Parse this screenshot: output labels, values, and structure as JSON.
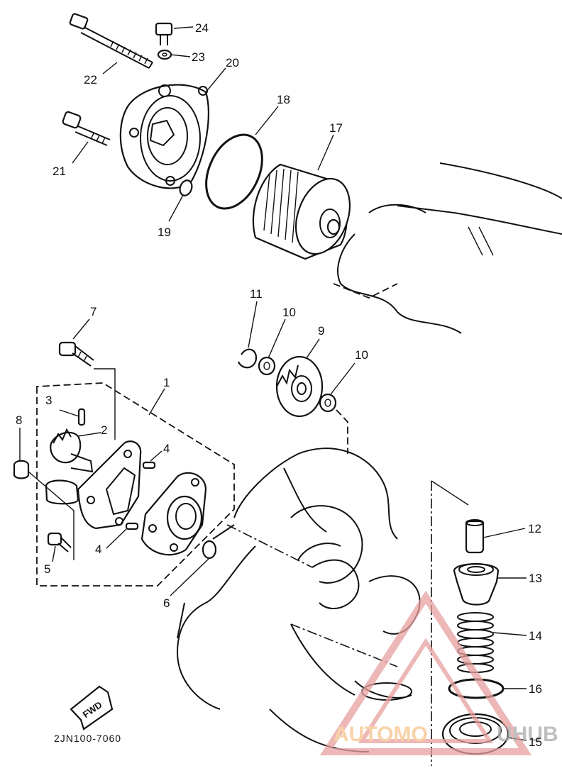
{
  "diagram_code": "2JN100-7060",
  "fwd_label": "FWD",
  "watermark": {
    "text_left": "AUTOMO",
    "text_right": "UHUB",
    "color": "#e8a0a0",
    "accent": "#f6c38a"
  },
  "callouts": [
    {
      "id": "c24",
      "text": "24"
    },
    {
      "id": "c23",
      "text": "23"
    },
    {
      "id": "c22",
      "text": "22"
    },
    {
      "id": "c20",
      "text": "20"
    },
    {
      "id": "c21",
      "text": "21"
    },
    {
      "id": "c18",
      "text": "18"
    },
    {
      "id": "c17",
      "text": "17"
    },
    {
      "id": "c19",
      "text": "19"
    },
    {
      "id": "c7",
      "text": "7"
    },
    {
      "id": "c11",
      "text": "11"
    },
    {
      "id": "c10a",
      "text": "10"
    },
    {
      "id": "c9",
      "text": "9"
    },
    {
      "id": "c10b",
      "text": "10"
    },
    {
      "id": "c1",
      "text": "1"
    },
    {
      "id": "c3",
      "text": "3"
    },
    {
      "id": "c8",
      "text": "8"
    },
    {
      "id": "c2",
      "text": "2"
    },
    {
      "id": "c4a",
      "text": "4"
    },
    {
      "id": "c4b",
      "text": "4"
    },
    {
      "id": "c5",
      "text": "5"
    },
    {
      "id": "c6",
      "text": "6"
    },
    {
      "id": "c12",
      "text": "12"
    },
    {
      "id": "c13",
      "text": "13"
    },
    {
      "id": "c14",
      "text": "14"
    },
    {
      "id": "c16",
      "text": "16"
    },
    {
      "id": "c15",
      "text": "15"
    }
  ]
}
